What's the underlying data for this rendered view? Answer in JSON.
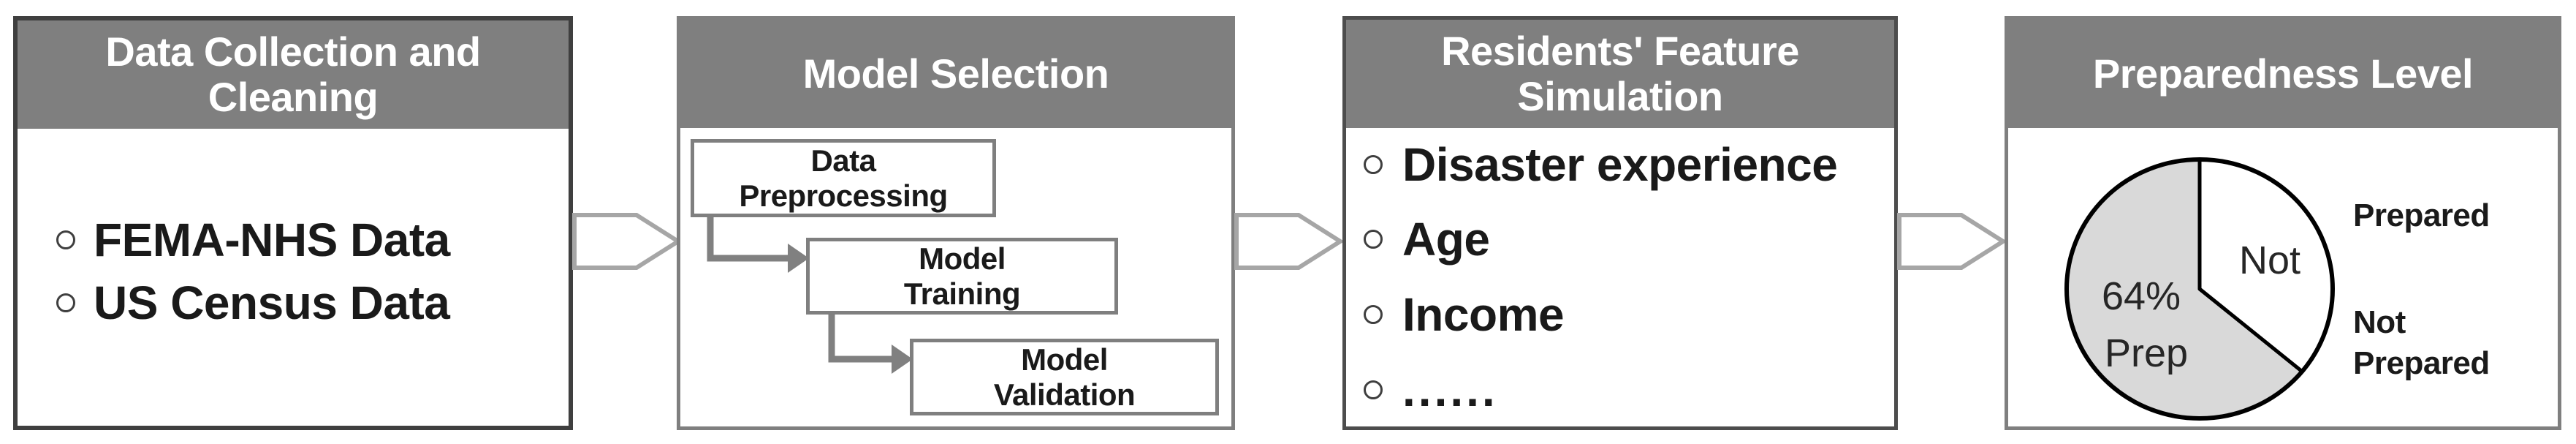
{
  "colors": {
    "header_bg": "#7f7f7f",
    "panel1_border": "#3f3f3f",
    "panel_border": "#7f7f7f",
    "flow_arrow_outline": "#a6a6a6",
    "connector_gray": "#808080",
    "pie_slice_fill": "#d9d9d9",
    "pie_outline": "#000000",
    "text": "#1a1a1a"
  },
  "panels": [
    {
      "id": "data-collection",
      "title": "Data Collection and\nCleaning",
      "items": [
        "FEMA-NHS Data",
        "US Census Data"
      ]
    },
    {
      "id": "model-selection",
      "title": "Model Selection",
      "boxes": [
        "Data\nPreprocessing",
        "Model\nTraining",
        "Model\nValidation"
      ]
    },
    {
      "id": "residents-feature-simulation",
      "title": "Residents' Feature\nSimulation",
      "items": [
        "Disaster experience",
        "Age",
        "Income",
        "......"
      ]
    },
    {
      "id": "preparedness-level",
      "title": "Preparedness Level",
      "pie": {
        "pct_label": "64%",
        "pct_sub": "Prep",
        "white_label": "Not"
      },
      "side_labels": [
        "Prepared",
        "Not\nPrepared"
      ]
    }
  ],
  "chart_data": {
    "type": "pie",
    "title": "Preparedness Level",
    "slices": [
      {
        "label": "Prepared (64% Prep)",
        "value": 64,
        "color": "#d9d9d9"
      },
      {
        "label": "Not Prepared (Not)",
        "value": 36,
        "color": "#ffffff"
      }
    ],
    "annotations": [
      "64%",
      "Prep",
      "Not",
      "Prepared",
      "Not Prepared"
    ],
    "start_angle_deg_from_top": 0,
    "direction": "clockwise"
  }
}
